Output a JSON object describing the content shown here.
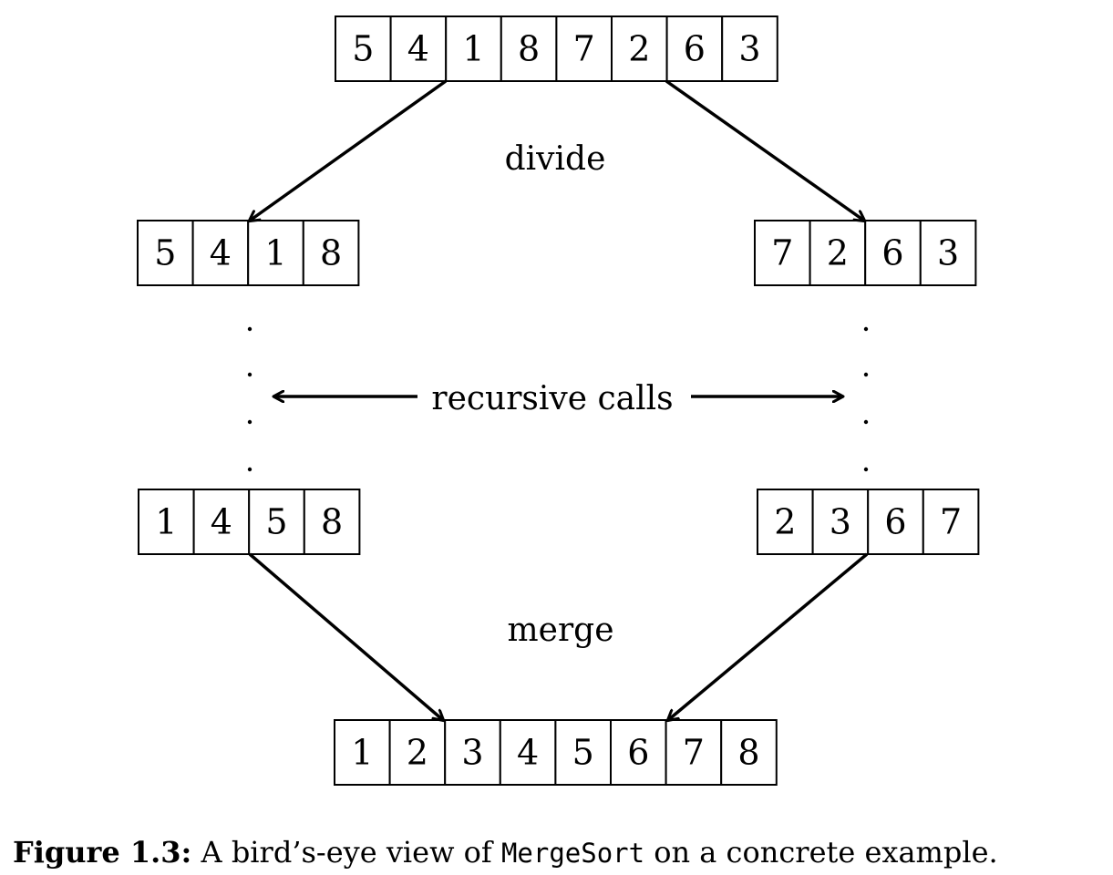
{
  "arrays": {
    "input": [
      "5",
      "4",
      "1",
      "8",
      "7",
      "2",
      "6",
      "3"
    ],
    "left_half": [
      "5",
      "4",
      "1",
      "8"
    ],
    "right_half": [
      "7",
      "2",
      "6",
      "3"
    ],
    "left_sorted": [
      "1",
      "4",
      "5",
      "8"
    ],
    "right_sorted": [
      "2",
      "3",
      "6",
      "7"
    ],
    "output": [
      "1",
      "2",
      "3",
      "4",
      "5",
      "6",
      "7",
      "8"
    ]
  },
  "labels": {
    "divide": "divide",
    "recursive": "recursive calls",
    "merge": "merge"
  },
  "caption": {
    "label": "Figure 1.3:",
    "text_before": "A bird’s-eye view of",
    "code": "MergeSort",
    "text_after": "on a concrete example."
  }
}
